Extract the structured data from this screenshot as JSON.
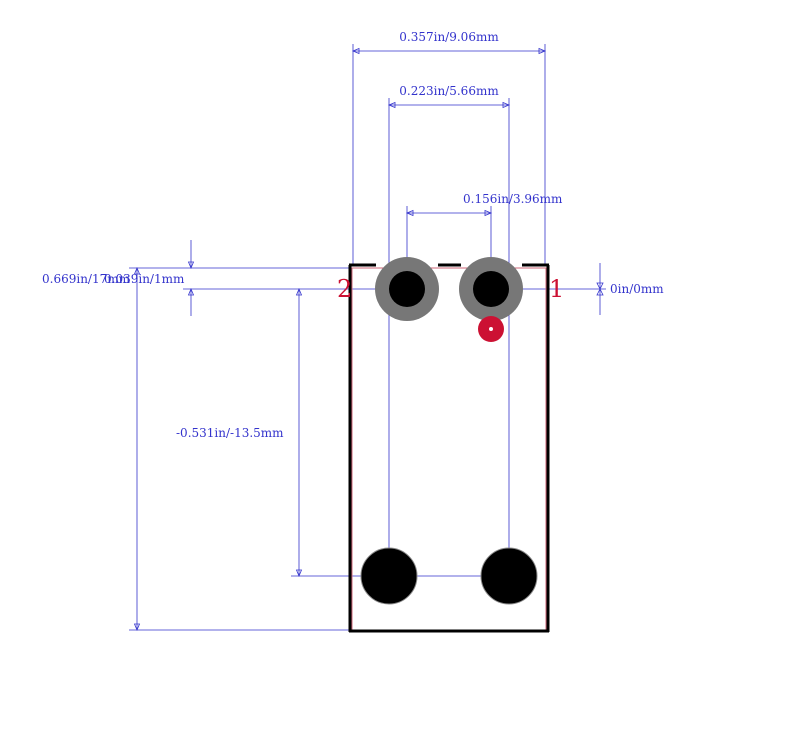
{
  "dimensions": {
    "overall_width": "0.357in/9.06mm",
    "pin_row_width": "0.223in/5.66mm",
    "pin_pitch": "0.156in/3.96mm",
    "origin_offset": "0in/0mm",
    "body_height": "0.669in/17mm",
    "top_offset": "0.039in/1mm",
    "mounting_offset": "-0.531in/-13.5mm"
  },
  "pins": {
    "pin1_label": "1",
    "pin2_label": "2"
  },
  "colors": {
    "dimension": "#3333cc",
    "outline": "#000000",
    "pin_marker": "#cc1133",
    "pad_ring": "#777777",
    "hole": "#000000"
  }
}
